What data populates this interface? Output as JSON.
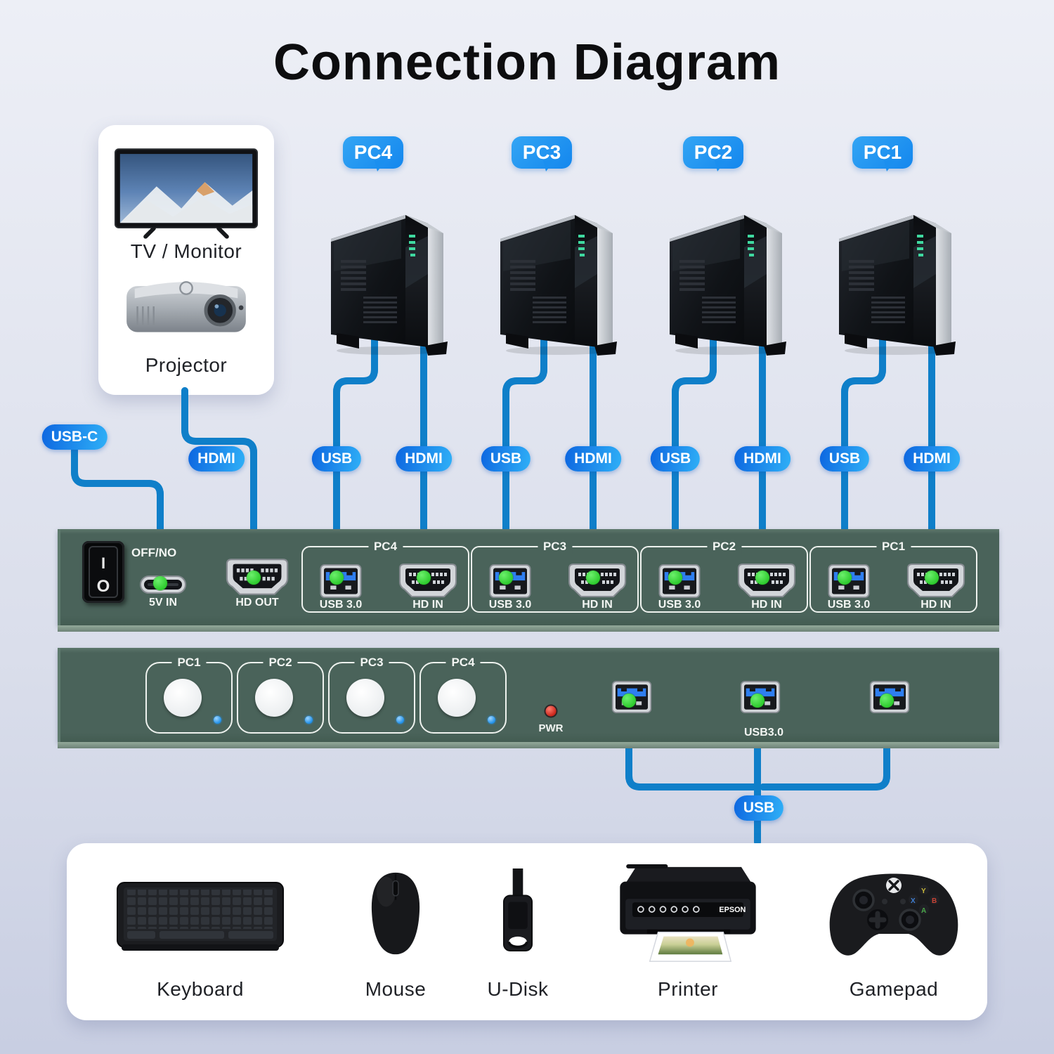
{
  "title": "Connection Diagram",
  "colors": {
    "background_top": "#edeff6",
    "background_bottom": "#c8cee2",
    "cable_blue": "#29a3ee",
    "pill_blue_start": "#0d66e0",
    "pill_blue_end": "#2fb0f7",
    "panel_green": "#4a635a",
    "connector_green": "#2ecb2e",
    "power_led_red": "#c71f14",
    "select_led_blue": "#1f8fe8"
  },
  "display_card": {
    "tv_label": "TV / Monitor",
    "projector_label": "Projector"
  },
  "pc_bubbles": [
    {
      "name": "PC4"
    },
    {
      "name": "PC3"
    },
    {
      "name": "PC2"
    },
    {
      "name": "PC1"
    }
  ],
  "cable_pills": {
    "usb_c": "USB-C",
    "hdmi": "HDMI",
    "usb": "USB"
  },
  "rear_panel": {
    "power_switch_label": "OFF/NO",
    "power_on_symbol": "I",
    "power_off_symbol": "O",
    "power_in_label": "5V IN",
    "video_out_label": "HD OUT",
    "groups": [
      {
        "name": "PC4",
        "usb_label": "USB 3.0",
        "video_label": "HD IN"
      },
      {
        "name": "PC3",
        "usb_label": "USB 3.0",
        "video_label": "HD IN"
      },
      {
        "name": "PC2",
        "usb_label": "USB 3.0",
        "video_label": "HD IN"
      },
      {
        "name": "PC1",
        "usb_label": "USB 3.0",
        "video_label": "HD IN"
      }
    ]
  },
  "front_panel": {
    "buttons": [
      {
        "name": "PC1"
      },
      {
        "name": "PC2"
      },
      {
        "name": "PC3"
      },
      {
        "name": "PC4"
      }
    ],
    "power_led_label": "PWR",
    "usb_hub_label": "USB3.0"
  },
  "peripherals": [
    {
      "name": "Keyboard",
      "icon": "keyboard-icon"
    },
    {
      "name": "Mouse",
      "icon": "mouse-icon"
    },
    {
      "name": "U-Disk",
      "icon": "udisk-icon"
    },
    {
      "name": "Printer",
      "icon": "printer-icon"
    },
    {
      "name": "Gamepad",
      "icon": "gamepad-icon"
    }
  ]
}
